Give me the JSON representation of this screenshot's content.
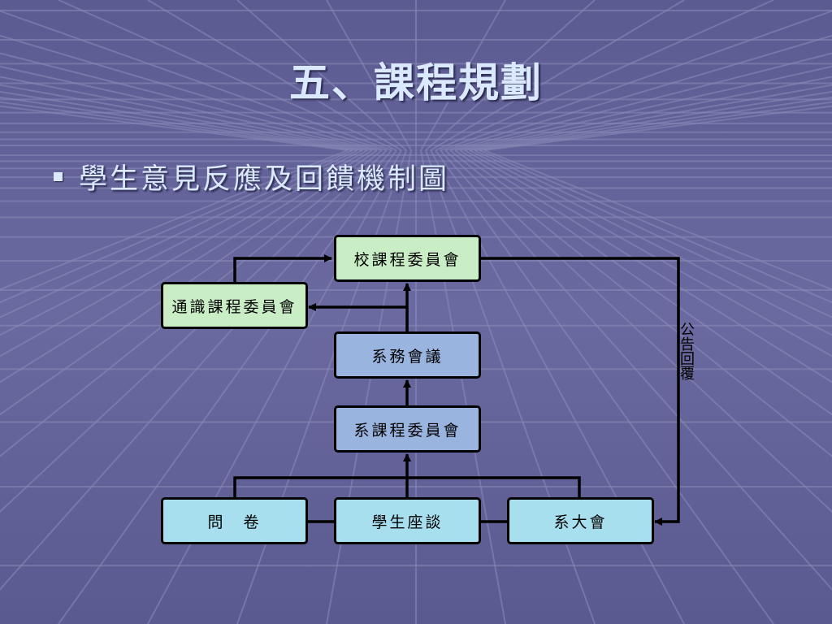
{
  "slide": {
    "title": "五、課程規劃",
    "bullet": "學生意見反應及回饋機制圖"
  },
  "diagram": {
    "nodes": {
      "school_committee": "校課程委員會",
      "general_committee": "通識課程委員會",
      "dept_affairs": "系務會議",
      "dept_committee": "系課程委員會",
      "questionnaire": "問　卷",
      "forum": "學生座談",
      "dept_assembly": "系大會"
    },
    "side_label": "公告回覆"
  }
}
